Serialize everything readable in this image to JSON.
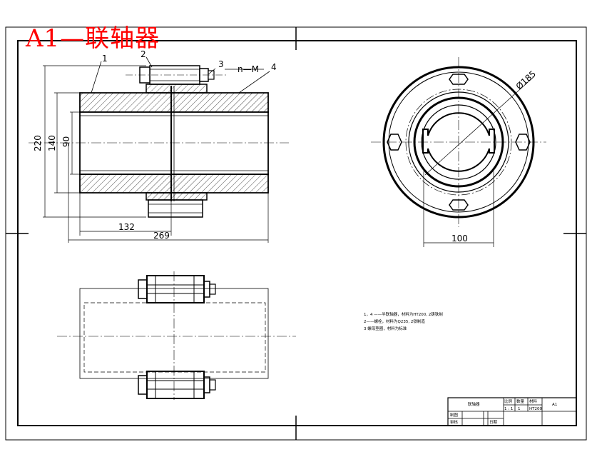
{
  "title": "A1—联轴器",
  "balloons": {
    "b1": "1",
    "b2": "2",
    "b3": "3",
    "b4": "4",
    "nm": "n—M"
  },
  "dims": {
    "d220": "220",
    "d140": "140",
    "d90": "90",
    "d132": "132",
    "d269": "269",
    "d100": "100",
    "d185": "Ø185"
  },
  "notes": [
    "1，4 ——半联轴器，材料为HT200, 2铸铁制",
    "2——螺栓，材料为Q235, 2铁制造",
    "3 螺母垫圈，材料为标准"
  ],
  "title_block": {
    "name": "联轴器",
    "col1": "比例",
    "col2": "数量",
    "col3": "材料",
    "val1": "1 : 1",
    "val2": "1",
    "val3": "HT200",
    "code": "A1",
    "drawn_label": "制图",
    "check_label": "审核",
    "date_label": "日期"
  },
  "colors": {
    "title": "#ff0000",
    "line": "#000000",
    "paper": "#ffffff"
  }
}
